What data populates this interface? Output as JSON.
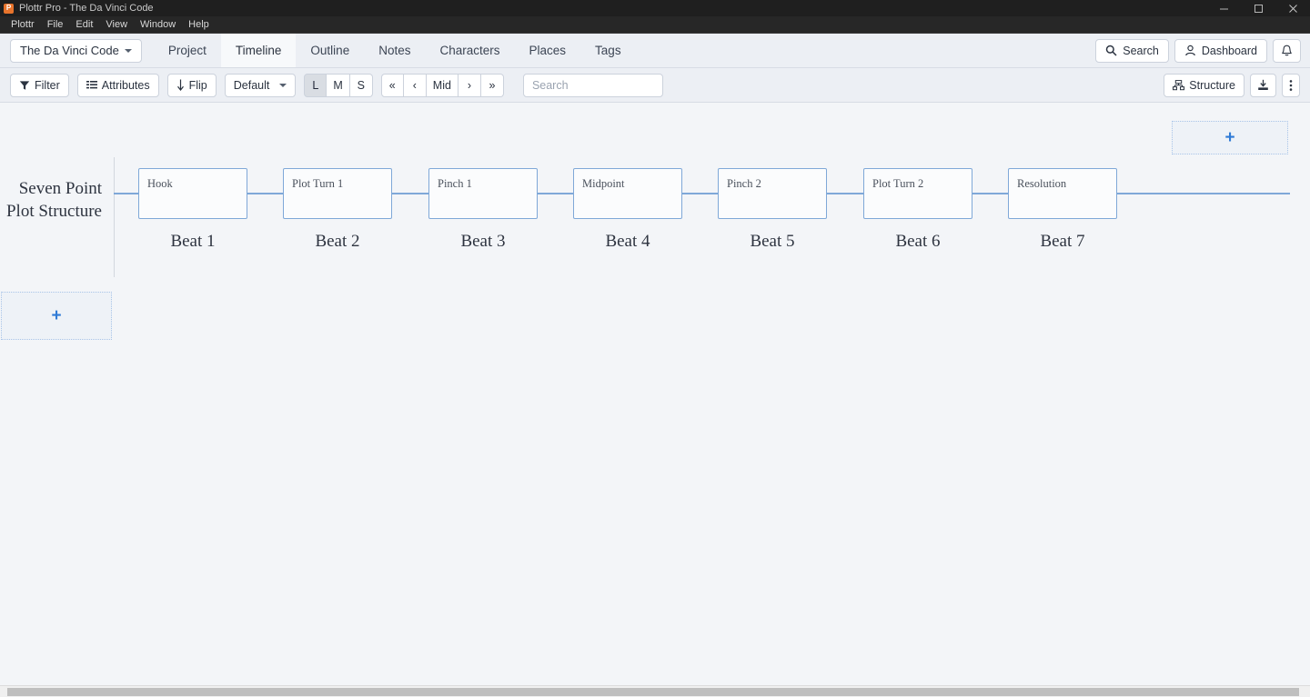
{
  "titlebar": {
    "app_icon": "plottr-logo-icon",
    "title": "Plottr Pro - The Da Vinci Code",
    "minimize": "minimize-icon",
    "maximize": "maximize-icon",
    "close": "close-icon"
  },
  "menubar": {
    "items": [
      {
        "label": "Plottr"
      },
      {
        "label": "File"
      },
      {
        "label": "Edit"
      },
      {
        "label": "View"
      },
      {
        "label": "Window"
      },
      {
        "label": "Help"
      }
    ]
  },
  "navbar": {
    "project_name": "The Da Vinci Code",
    "tabs": [
      {
        "label": "Project",
        "active": false
      },
      {
        "label": "Timeline",
        "active": true
      },
      {
        "label": "Outline",
        "active": false
      },
      {
        "label": "Notes",
        "active": false
      },
      {
        "label": "Characters",
        "active": false
      },
      {
        "label": "Places",
        "active": false
      },
      {
        "label": "Tags",
        "active": false
      }
    ],
    "search_label": "Search",
    "dashboard_label": "Dashboard",
    "notifications_icon": "bell-icon"
  },
  "toolbar": {
    "filter_label": "Filter",
    "attributes_label": "Attributes",
    "flip_label": "Flip",
    "view_preset_label": "Default",
    "size_options": [
      {
        "label": "L",
        "active": true
      },
      {
        "label": "M",
        "active": false
      },
      {
        "label": "S",
        "active": false
      }
    ],
    "zoom_controls": [
      {
        "label": "«",
        "name": "zoom-first"
      },
      {
        "label": "‹",
        "name": "zoom-prev"
      },
      {
        "label": "Mid",
        "name": "zoom-mid"
      },
      {
        "label": "›",
        "name": "zoom-next"
      },
      {
        "label": "»",
        "name": "zoom-last"
      }
    ],
    "search_value": "",
    "search_placeholder": "Search",
    "structure_label": "Structure",
    "export_icon": "export-icon",
    "more_icon": "kebab-menu-icon"
  },
  "timeline": {
    "beats": [
      {
        "label": "Beat 1"
      },
      {
        "label": "Beat 2"
      },
      {
        "label": "Beat 3"
      },
      {
        "label": "Beat 4"
      },
      {
        "label": "Beat 5"
      },
      {
        "label": "Beat 6"
      },
      {
        "label": "Beat 7"
      }
    ],
    "add_beat_label": "+",
    "add_line_label": "+",
    "lines": [
      {
        "title": "Seven Point Plot Structure",
        "color": "#7fa8d8",
        "cards": [
          {
            "title": "Hook"
          },
          {
            "title": "Plot Turn 1"
          },
          {
            "title": "Pinch 1"
          },
          {
            "title": "Midpoint"
          },
          {
            "title": "Pinch 2"
          },
          {
            "title": "Plot Turn 2"
          },
          {
            "title": "Resolution"
          }
        ]
      }
    ]
  },
  "colors": {
    "accent": "#2f7bd6",
    "line": "#7fa8d8",
    "chrome": "#eceff4",
    "canvas": "#f3f5f8"
  }
}
